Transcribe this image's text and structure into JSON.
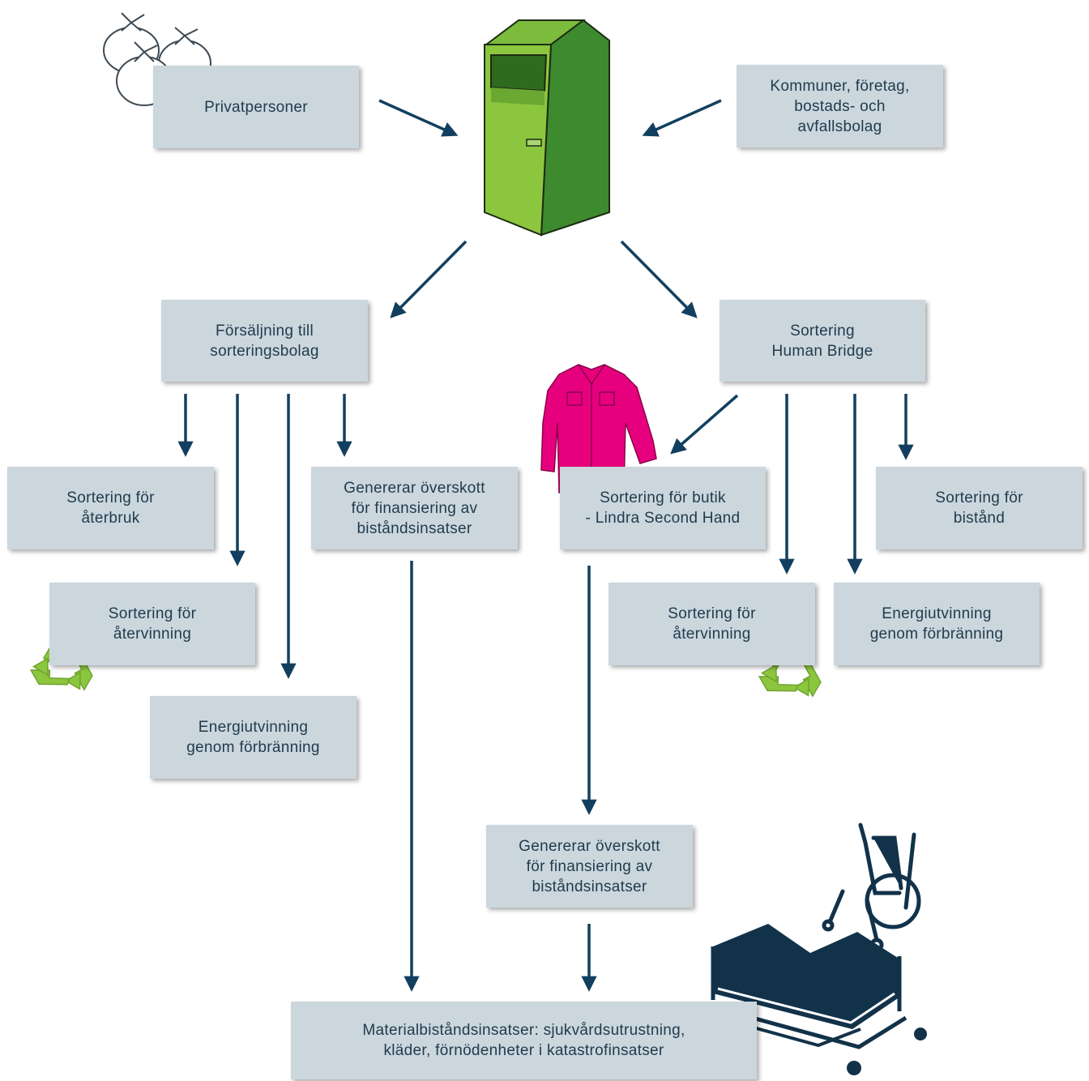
{
  "colors": {
    "box_fill": "#ccd6dd",
    "box_text": "#1f3b4d",
    "arrow": "#123f5f",
    "bin_green_light": "#8cc63f",
    "bin_green_dark": "#3a8a2e",
    "recycle_green": "#8cc63f",
    "jacket_pink": "#e6007e",
    "equipment_navy": "#12324a"
  },
  "icons": [
    "clothing-bags-icon",
    "clothing-donation-bin-icon",
    "jacket-icon",
    "recycle-icon",
    "wheelchair-icon",
    "hospital-bed-icon"
  ],
  "nodes": {
    "privatpersoner": "Privatpersoner",
    "kommuner": "Kommuner, företag,\nbostads- och\navfallsbolag",
    "forsaljning": "Försäljning till\nsorteringsbolag",
    "sortering_hb": "Sortering\nHuman Bridge",
    "aterbruk": "Sortering för\nåterbruk",
    "genererar_left": "Genererar överskott\nför finansiering av\nbiståndsinsatser",
    "butik": "Sortering för butik\n- Lindra Second Hand",
    "bistand": "Sortering för\nbistånd",
    "atervinning_left": "Sortering för\nåtervinning",
    "atervinning_right": "Sortering för\nåtervinning",
    "energi_right": "Energiutvinning\ngenom förbränning",
    "energi_left": "Energiutvinning\ngenom förbränning",
    "genererar_mid": "Genererar överskott\nför finansiering av\nbiståndsinsatser",
    "material": "Materialbiståndsinsatser: sjukvårdsutrustning,\nkläder, förnödenheter i katastrofinsatser"
  }
}
